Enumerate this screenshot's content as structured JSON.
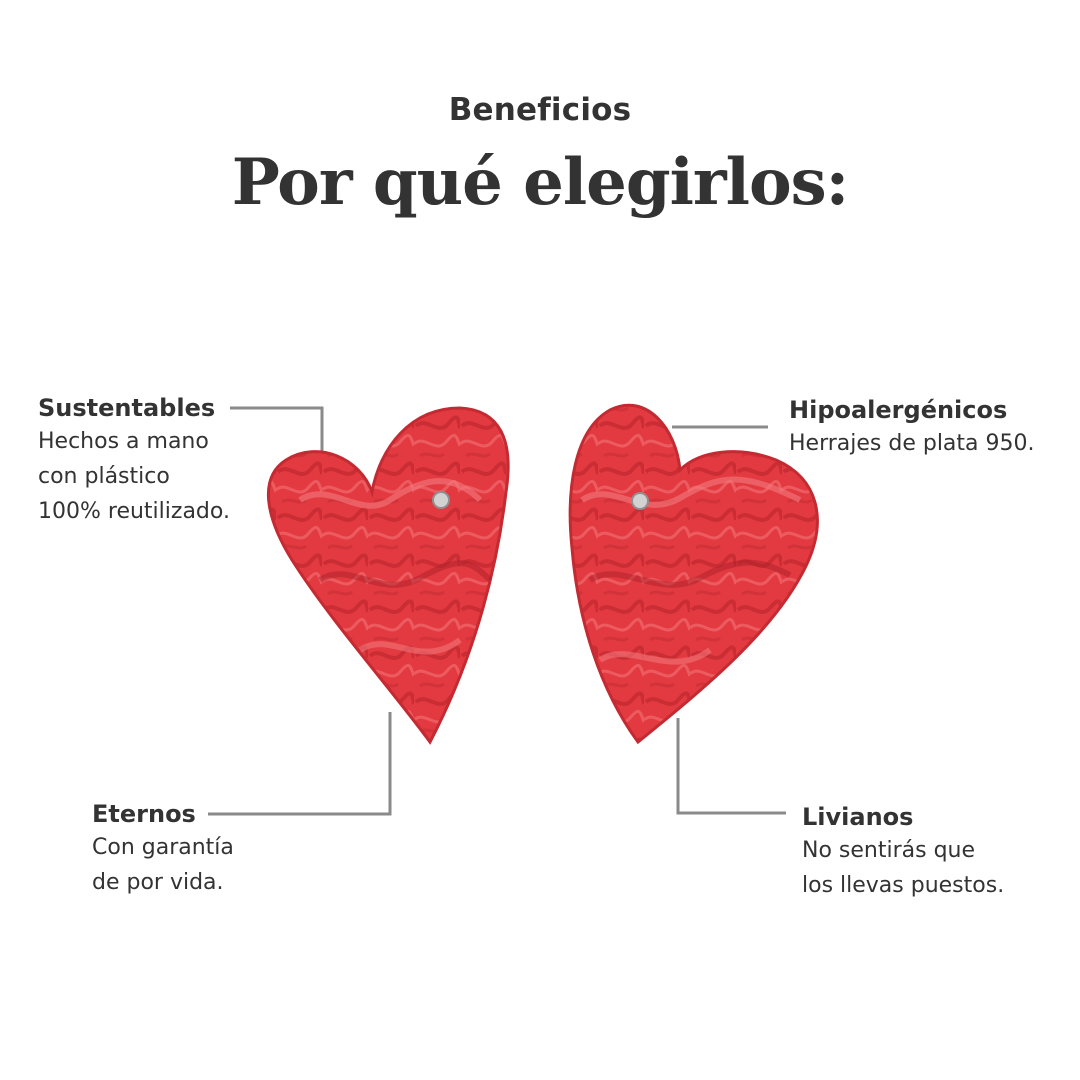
{
  "header": {
    "eyebrow": "Beneficios",
    "title": "Por qué elegirlos:"
  },
  "colors": {
    "text": "#333333",
    "connector": "#8a8a8a",
    "heart": "#e8383e",
    "heart_shadow": "#b8232b",
    "stud": "#c9c9c9"
  },
  "benefits": {
    "sustentables": {
      "title": "Sustentables",
      "lines": [
        "Hechos a mano",
        "con plástico",
        "100% reutilizado."
      ]
    },
    "hipoalergenicos": {
      "title": "Hipoalergénicos",
      "lines": [
        "Herrajes de plata 950."
      ]
    },
    "eternos": {
      "title": "Eternos",
      "lines": [
        "Con garantía",
        "de por vida."
      ]
    },
    "livianos": {
      "title": "Livianos",
      "lines": [
        "No sentirás que",
        "los llevas puestos."
      ]
    }
  },
  "images": {
    "left_earring": "red-heart-earring",
    "right_earring": "red-heart-earring"
  }
}
